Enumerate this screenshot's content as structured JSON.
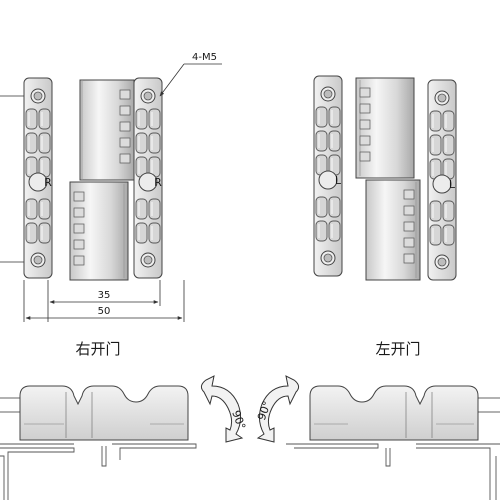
{
  "top_left": {
    "callout": "4-M5",
    "dim_inner": "35",
    "dim_outer": "50",
    "letter": "R",
    "caption": "右开门"
  },
  "top_right": {
    "letter": "L",
    "caption": "左开门"
  },
  "bottom": {
    "angle_left": "90°",
    "angle_right": "90°"
  }
}
